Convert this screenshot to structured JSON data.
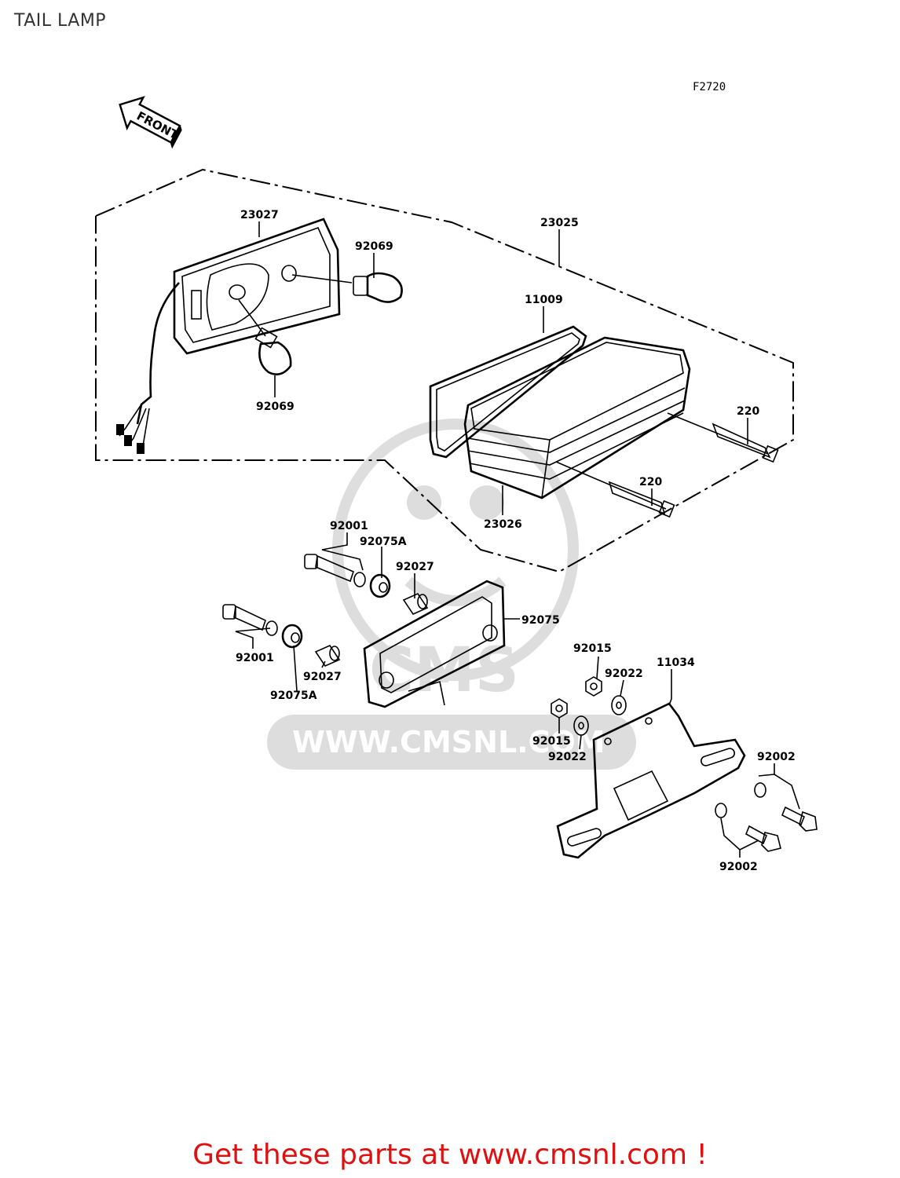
{
  "page": {
    "title": "TAIL LAMP",
    "ref_code": "F2720",
    "direction_label": "FRONT"
  },
  "watermark": {
    "text": "WWW.CMSNL.COM"
  },
  "parts": {
    "lamp_case": "23027",
    "tail_lamp_assy": "23025",
    "bulb_upper": "92069",
    "bulb_lower": "92069",
    "gasket": "11009",
    "lens": "23026",
    "screw_upper": "220",
    "screw_lower": "220",
    "bolt_upper": "92001",
    "grommet_upper": "92075A",
    "collar_upper": "92027",
    "damper": "92075",
    "bolt_lower": "92001",
    "collar_lower": "92027",
    "grommet_lower": "92075A",
    "nut_upper": "92015",
    "washer_upper": "92022",
    "bracket": "11034",
    "nut_lower": "92015",
    "washer_lower": "92022",
    "bolt_right_upper": "92002",
    "bolt_right_lower": "92002"
  },
  "footer": {
    "cta": "Get these parts at www.cmsnl.com !"
  }
}
